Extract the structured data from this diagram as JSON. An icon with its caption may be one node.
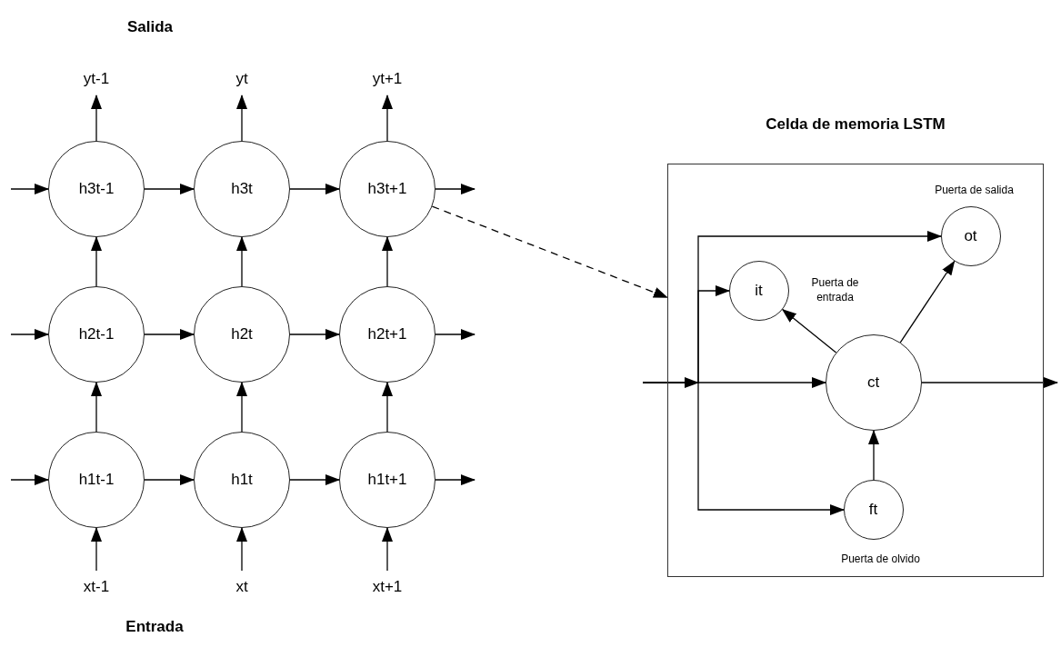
{
  "diagram": {
    "nodes": [
      {
        "text": [
          "yt-1"
        ]
      },
      {
        "text": [
          "yt"
        ]
      },
      {
        "text": [
          "yt+1"
        ]
      },
      {
        "text": [
          "h3t-1"
        ]
      },
      {
        "text": [
          "h3t"
        ]
      },
      {
        "text": [
          "h3t+1"
        ]
      },
      {
        "text": [
          "h2t-1"
        ]
      },
      {
        "text": [
          "h2t"
        ]
      },
      {
        "text": [
          "h2t+1"
        ]
      },
      {
        "text": [
          "h1t-1"
        ]
      },
      {
        "text": [
          "h1t"
        ]
      },
      {
        "text": [
          "h1t+1"
        ]
      },
      {
        "text": [
          "xt-1"
        ]
      },
      {
        "text": [
          "xt"
        ]
      },
      {
        "text": [
          "xt+1"
        ]
      },
      {
        "text": [
          "Celda de memoria LSTM"
        ]
      },
      {
        "text": [
          "ot"
        ],
        "in": 15,
        "beside": [
          "Puerta de salida"
        ]
      },
      {
        "text": [
          "it"
        ],
        "in": 15,
        "beside": [
          "Puerta de entrada"
        ]
      },
      {
        "text": [
          "ct"
        ],
        "in": 15
      },
      {
        "text": [
          "ft"
        ],
        "in": 15,
        "beside": [
          "Puerta de olvido"
        ]
      }
    ],
    "edges": [
      {
        "from": null,
        "to": 3,
        "arrow": "to"
      },
      {
        "from": 3,
        "to": 4,
        "arrow": "to"
      },
      {
        "from": 4,
        "to": 5,
        "arrow": "to"
      },
      {
        "from": 5,
        "to": null,
        "arrow": "to"
      },
      {
        "from": null,
        "to": 6,
        "arrow": "to"
      },
      {
        "from": 6,
        "to": 7,
        "arrow": "to"
      },
      {
        "from": 7,
        "to": 8,
        "arrow": "to"
      },
      {
        "from": 8,
        "to": null,
        "arrow": "to"
      },
      {
        "from": null,
        "to": 9,
        "arrow": "to"
      },
      {
        "from": 9,
        "to": 10,
        "arrow": "to"
      },
      {
        "from": 10,
        "to": 11,
        "arrow": "to"
      },
      {
        "from": 11,
        "to": null,
        "arrow": "to"
      },
      {
        "from": 12,
        "to": 9,
        "arrow": "to"
      },
      {
        "from": 9,
        "to": 6,
        "arrow": "to"
      },
      {
        "from": 6,
        "to": 3,
        "arrow": "to"
      },
      {
        "from": 3,
        "to": 0,
        "arrow": "to"
      },
      {
        "from": 13,
        "to": 10,
        "arrow": "to"
      },
      {
        "from": 10,
        "to": 7,
        "arrow": "to"
      },
      {
        "from": 7,
        "to": 4,
        "arrow": "to"
      },
      {
        "from": 4,
        "to": 1,
        "arrow": "to"
      },
      {
        "from": 14,
        "to": 11,
        "arrow": "to"
      },
      {
        "from": 11,
        "to": 8,
        "arrow": "to"
      },
      {
        "from": 8,
        "to": 5,
        "arrow": "to"
      },
      {
        "from": 5,
        "to": 2,
        "arrow": "to"
      },
      {
        "from": 5,
        "to": 15,
        "arrow": "to",
        "style": "dashed"
      },
      {
        "from": null,
        "to": 16,
        "arrow": "to"
      },
      {
        "from": null,
        "to": 17,
        "arrow": "to"
      },
      {
        "from": null,
        "to": 18,
        "arrow": "to"
      },
      {
        "from": null,
        "to": 19,
        "arrow": "to"
      },
      {
        "from": 18,
        "to": 17,
        "arrow": "to"
      },
      {
        "from": 18,
        "to": 16,
        "arrow": "to"
      },
      {
        "from": 19,
        "to": 18,
        "arrow": "to"
      },
      {
        "from": 18,
        "to": null,
        "arrow": "to"
      }
    ],
    "labels": [
      "Salida",
      "Entrada"
    ]
  }
}
